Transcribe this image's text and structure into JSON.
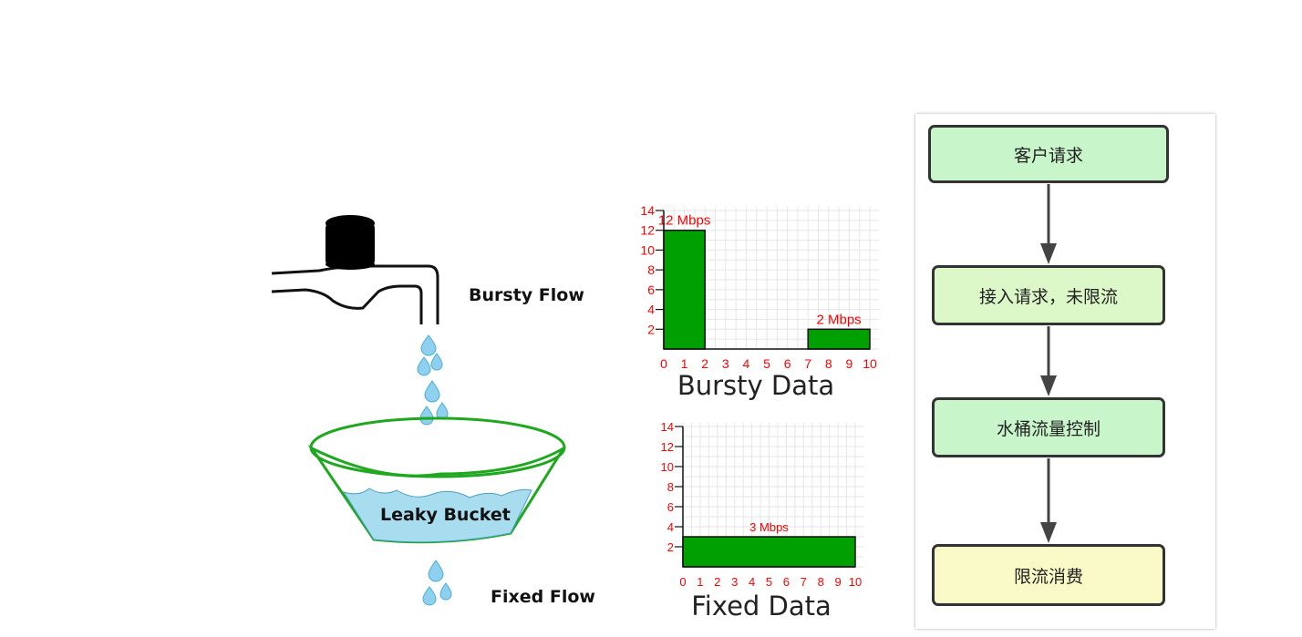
{
  "bucket_illustration": {
    "bursty_flow_label": "Bursty Flow",
    "bucket_label": "Leaky Bucket",
    "fixed_flow_label": "Fixed Flow"
  },
  "chart_data": [
    {
      "type": "bar",
      "title": "Bursty Data",
      "xlim": [
        0,
        10
      ],
      "ylim": [
        0,
        14
      ],
      "x_ticks": [
        "0",
        "1",
        "2",
        "3",
        "4",
        "5",
        "6",
        "7",
        "8",
        "9",
        "10"
      ],
      "y_ticks": [
        "2",
        "4",
        "6",
        "8",
        "10",
        "12",
        "14"
      ],
      "grid": true,
      "bars": [
        {
          "x_start": 0,
          "x_end": 2,
          "value": 12,
          "label": "12 Mbps"
        },
        {
          "x_start": 7,
          "x_end": 10,
          "value": 2,
          "label": "2 Mbps"
        }
      ],
      "colors": {
        "bar": "#00a000",
        "axis_text": "#ff0000",
        "grid": "#e6e6e6"
      }
    },
    {
      "type": "bar",
      "title": "Fixed Data",
      "xlim": [
        0,
        10
      ],
      "ylim": [
        0,
        14
      ],
      "x_ticks": [
        "0",
        "1",
        "2",
        "3",
        "4",
        "5",
        "6",
        "7",
        "8",
        "9",
        "10"
      ],
      "y_ticks": [
        "2",
        "4",
        "6",
        "8",
        "10",
        "12",
        "14"
      ],
      "grid": true,
      "bars": [
        {
          "x_start": 0,
          "x_end": 10,
          "value": 3,
          "label": "3 Mbps"
        }
      ],
      "colors": {
        "bar": "#00a000",
        "axis_text": "#ff0000",
        "grid": "#e6e6e6"
      }
    }
  ],
  "flowchart": {
    "steps": [
      "客户请求",
      "接入请求，未限流",
      "水桶流量控制",
      "限流消费"
    ],
    "colors": {
      "step_green": "#c9f5cb",
      "step_light_green": "#dcf8c8",
      "step_yellow": "#fafac8",
      "border": "#333333",
      "arrow": "#444444"
    }
  }
}
